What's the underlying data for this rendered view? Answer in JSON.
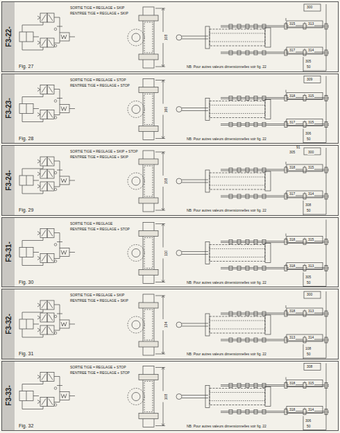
{
  "diagram": {
    "nodes": [
      {
        "text": [
          "F3-22-"
        ]
      },
      {
        "text": [
          "F3-23-"
        ]
      },
      {
        "text": [
          "F3-24-"
        ]
      },
      {
        "text": [
          "F3-31-"
        ]
      },
      {
        "text": [
          "F3-32-"
        ]
      },
      {
        "text": [
          "F3-33-"
        ]
      }
    ],
    "labels": [
      "SORTIE TIGE = REGLAGE + SKIP",
      "RENTREE TIGE = REGLAGE + SKIP",
      "Fig. 27",
      "NB: Pour autres valeurs dimensionnelles voir fig. 22",
      "108",
      "300",
      "315",
      "313",
      "317",
      "314",
      "305",
      "50",
      "SORTIE TIGE = REGLAGE + STOP",
      "RENTREE TIGE = REGLAGE + STOP",
      "Fig. 28",
      "NB: Pour autres valeurs dimensionnelles voir fig. 22",
      "160",
      "309",
      "318",
      "315",
      "317",
      "315",
      "306",
      "50",
      "SORTIE TIGE = REGLAGE + SKIP + STOP",
      "RENTREE TIGE = REGLAGE + SKIP",
      "Fig. 29",
      "NB: Pour autres valeurs dimensionnelles voir fig. 22",
      "158",
      "91",
      "305",
      "300",
      "318",
      "315",
      "317",
      "314",
      "308",
      "50",
      "SORTIE TIGE = REGLAGE",
      "RENTREE TIGE = REGLAGE + STOP",
      "Fig. 30",
      "NB: Pour autres valeurs dimensionnelles voir fig. 22",
      "110",
      "318",
      "315",
      "318",
      "313",
      "305",
      "50",
      "SORTIE TIGE = REGLAGE + SKIP",
      "RENTREE TIGE = REGLAGE + SKIP",
      "Fig. 31",
      "NB: Pour autres valeurs dimensionnelles voir fig. 22",
      "134",
      "300",
      "318",
      "313",
      "313",
      "314",
      "108",
      "50",
      "SORTIE TIGE = REGLAGE + STOP",
      "RENTREE TIGE = REGLAGE + STOP",
      "Fig. 32",
      "NB: Pour autres valeurs dimensionnelles voir fig. 22",
      "108",
      "308",
      "318",
      "315",
      "318",
      "314",
      "306",
      "50"
    ]
  }
}
